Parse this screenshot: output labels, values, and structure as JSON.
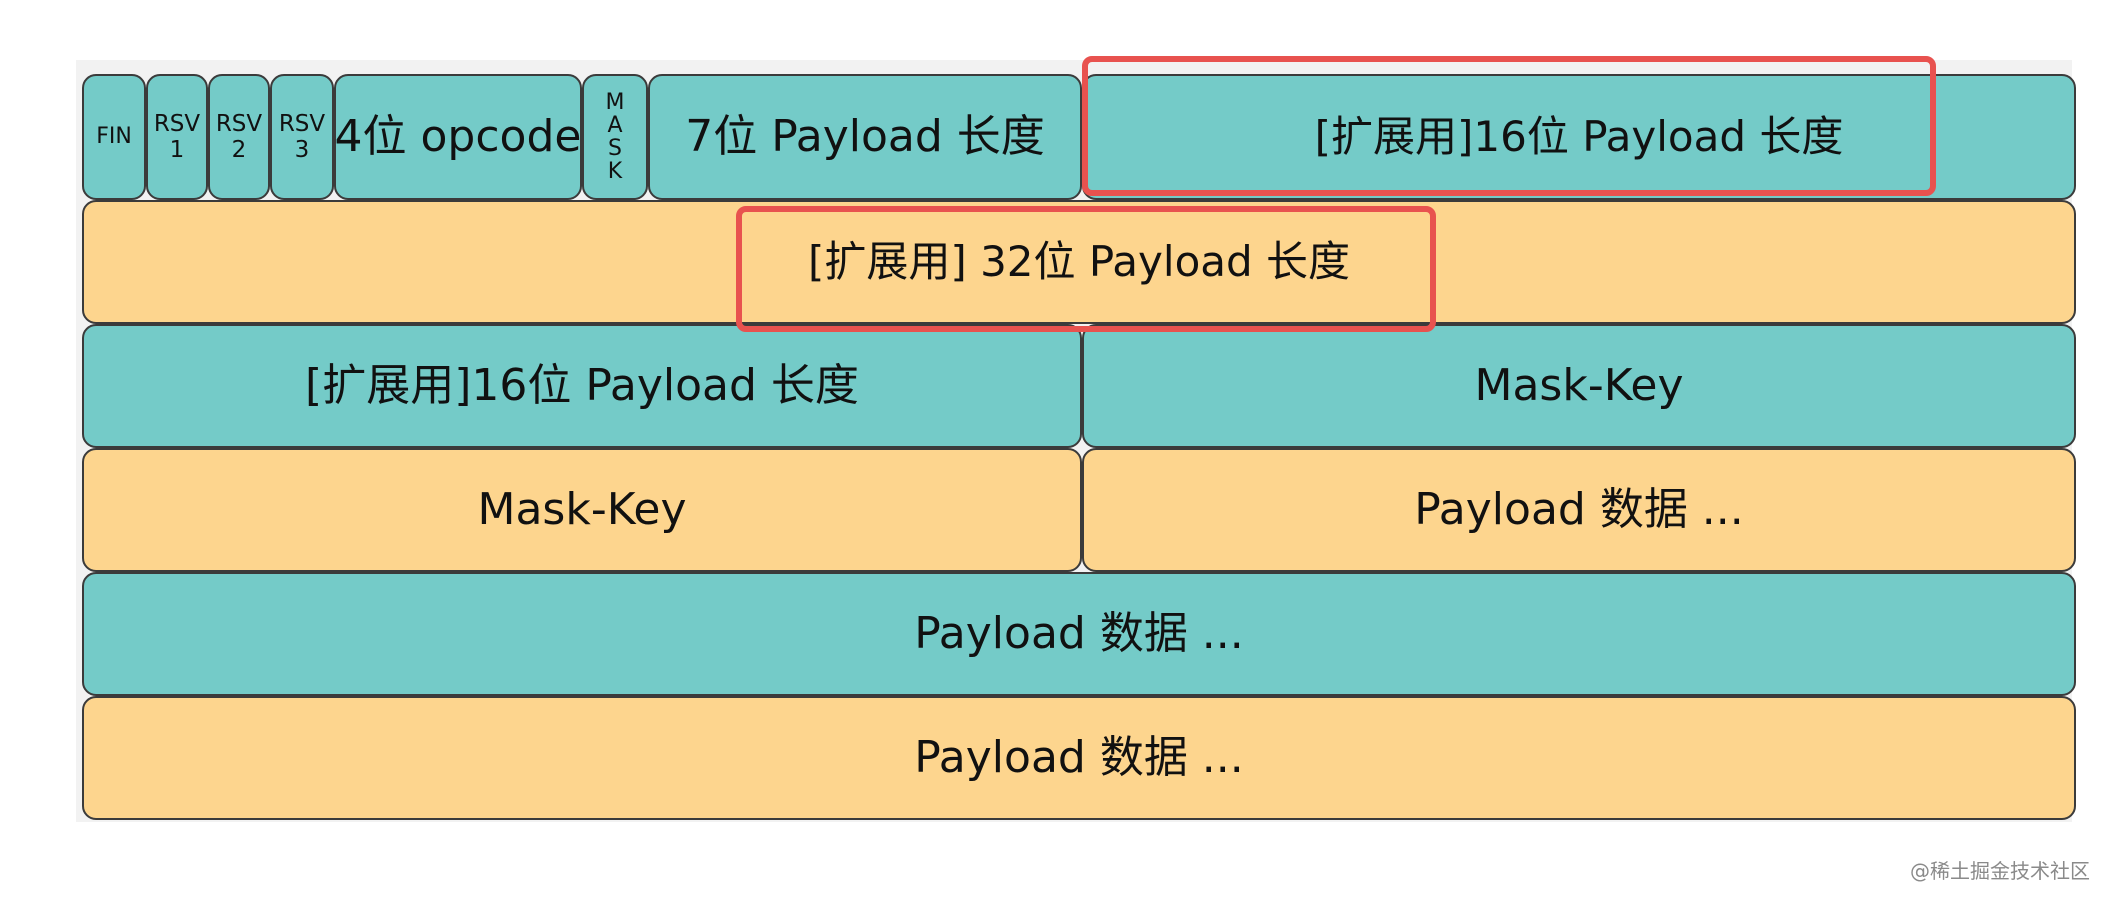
{
  "colors": {
    "teal_fill": "#74cbc8",
    "peach_fill": "#fdd58e",
    "outline": "#3b3b3b",
    "highlight": "#e8524f"
  },
  "row1": {
    "fin": "FIN",
    "rsv1": "RSV\n1",
    "rsv2": "RSV\n2",
    "rsv3": "RSV\n3",
    "opcode": "4位 opcode",
    "mask": "M\nA\nS\nK",
    "payload7": "7位 Payload 长度",
    "ext16": "[扩展用]16位 Payload 长度"
  },
  "row2": {
    "ext32": "[扩展用] 32位 Payload 长度"
  },
  "row3": {
    "ext16": "[扩展用]16位 Payload 长度",
    "maskkey": "Mask-Key"
  },
  "row4": {
    "maskkey": "Mask-Key",
    "payload": "Payload 数据 ..."
  },
  "row5": {
    "payload": "Payload 数据 ..."
  },
  "row6": {
    "payload": "Payload 数据 ..."
  },
  "watermark": "@稀土掘金技术社区"
}
